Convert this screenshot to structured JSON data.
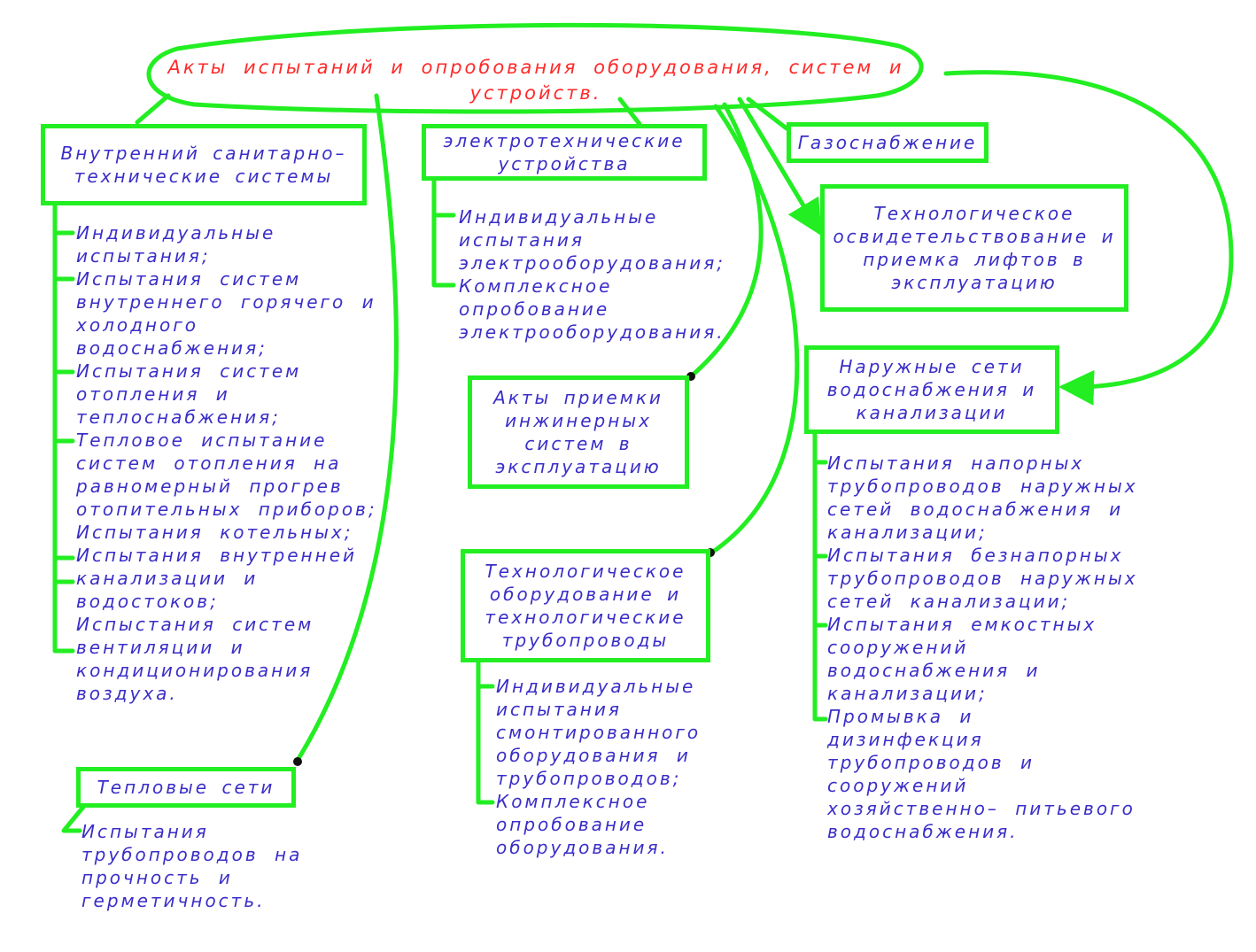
{
  "title": "Акты испытаний и опробования оборудования, систем и устройств.",
  "nodes": {
    "internal_systems": "Внутренний санитарно– технические системы",
    "electrical": "электротехнические устройства",
    "gas": "Газоснабжение",
    "elevators": "Технологическое освидетельствование и приемка лифтов в эксплуатацию",
    "outdoor_networks": "Наружные сети водоснабжения и канализации",
    "acceptance": "Акты приемки инжинерных систем в эксплуатацию",
    "tech_equipment": "Технологическое оборудование и технологические трубопроводы",
    "heat_networks": "Тепловые сети"
  },
  "lists": {
    "internal_systems": [
      "Индивидуальные испытания;",
      "Испытания систем внутреннего горячего и холодного водоснабжения;",
      "Испытания систем отопления и теплоснабжения;",
      "Тепловое испытание систем отопления на равномерный прогрев отопительных приборов;",
      "Испытания котельных;",
      "Испытания внутренней канализации и водостоков;",
      "Испыстания систем вентиляции и кондиционирования воздуха."
    ],
    "electrical": [
      "Индивидуальные испытания электрооборудования;",
      "Комплексное опробование электрооборудования."
    ],
    "tech_equipment": [
      "Индивидуальные испытания смонтированного оборудования и трубопроводов;",
      "Комплексное опробование оборудования."
    ],
    "outdoor_networks": [
      "Испытания напорных трубопроводов наружных сетей водоснабжения и канализации;",
      "Испытания безнапорных трубопроводов наружных сетей канализации;",
      "Испытания емкостных сооружений водоснабжения и канализации;",
      "Промывка и дизинфекция трубопроводов и сооружений хозяйственно– питьевого водоснабжения."
    ],
    "heat_networks": [
      "Испытания трубопроводов на прочность и герметичность."
    ]
  },
  "colors": {
    "line": "#22ee22",
    "title": "#ff2a2a",
    "text": "#3a2ec8"
  }
}
